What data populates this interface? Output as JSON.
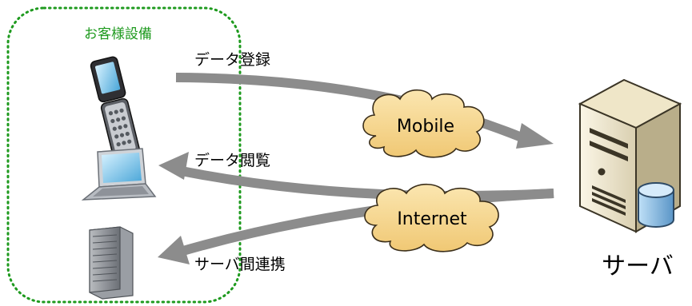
{
  "customer_area": {
    "label": "お客様設備"
  },
  "clouds": {
    "mobile": "Mobile",
    "internet": "Internet"
  },
  "flows": {
    "data_register": "データ登録",
    "data_view": "データ閲覧",
    "server_link": "サーバ間連携"
  },
  "server": {
    "label": "サーバ"
  },
  "devices": [
    "mobile-phone-icon",
    "laptop-icon",
    "tower-server-icon",
    "server-with-database-icon"
  ],
  "colors": {
    "area_border": "#1e9a1e",
    "area_label": "#1e9a1e",
    "arrow": "#8c8c8c",
    "cloud_fill": "#f5d999",
    "cloud_stroke": "#3a2e1a",
    "text": "#000000"
  }
}
